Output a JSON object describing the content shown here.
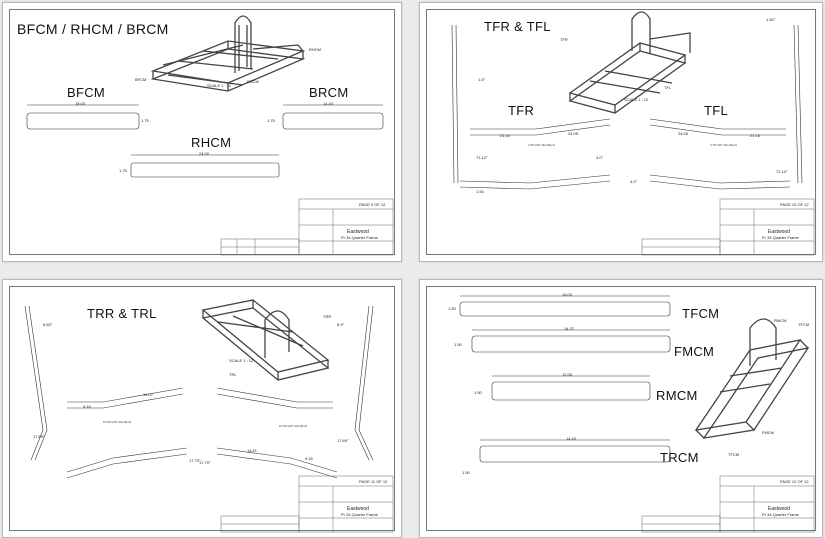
{
  "sheets": [
    {
      "title": "BFCM / RHCM / BRCM",
      "labels": {
        "bfcm": "BFCM",
        "brcm": "BRCM",
        "rhcm": "RHCM"
      },
      "dims": {
        "bfcm_len": "18.00",
        "bfcm_dia": "1.75",
        "brcm_len": "14.43",
        "brcm_dia": "1.75",
        "rhcm_len": "24.00",
        "rhcm_dia": "1.75"
      },
      "callouts": {
        "rhcm": "RHCM",
        "bfcm": "BFCM",
        "brcm": "BRCM"
      },
      "scale": "SCALE 1 : 12",
      "title_block": {
        "page": "PAGE 9 OF 12",
        "company": "Eastwood",
        "drawing": "Pr 34 Quarter Frame"
      }
    },
    {
      "title": "TFR & TFL",
      "labels": {
        "tfr": "TFR",
        "tfl": "TFL"
      },
      "dims": {
        "tfr_a": "21.16",
        "tfr_b": "24.05",
        "tfl_a": "24.05",
        "tfl_b": "21.16",
        "bend_r": "4.75\"x30\" Abs Bend",
        "bend_l": "4.75\"x30\" Abs Bend",
        "ang1": "1.5°",
        "ang2": "1.50°",
        "ang3": "71.12°",
        "ang4": "4.0°",
        "ang5": "4.0°",
        "ang6": "71.12°",
        "ang7": "1.50"
      },
      "callouts": {
        "tfr": "TFR",
        "tfl": "TFL"
      },
      "scale": "SCALE 1 : 12",
      "title_block": {
        "page": "PAGE 10 OF 12",
        "company": "Eastwood",
        "drawing": "Pr 34 Quarter Frame"
      }
    },
    {
      "title": "TRR & TRL",
      "dims": {
        "a": "8.83°",
        "b": "8.9°",
        "c": "9.16",
        "d": "14.07",
        "e": "16.59\"x30\" Abs Bend",
        "f": "16.59\"x30\" Abs Bend",
        "g": "17.69°",
        "h": "17.69°",
        "i": "17.70°",
        "j": "17.70°",
        "k": "14.51",
        "l": "9.16"
      },
      "callouts": {
        "trr": "TRR",
        "trl": "TRL"
      },
      "scale": "SCALE 1 : 12",
      "title_block": {
        "page": "PAGE 11 OF 12",
        "company": "Eastwood",
        "drawing": "Pr 34 Quarter Frame"
      }
    },
    {
      "labels": {
        "tfcm": "TFCM",
        "fmcm": "FMCM",
        "rmcm": "RMCM",
        "trcm": "TRCM"
      },
      "dims": {
        "tfcm_len": "18.00",
        "tfcm_dia": "1.50",
        "fmcm_len": "14.37",
        "fmcm_dia": "1.50",
        "rmcm_len": "12.08",
        "rmcm_dia": "1.50",
        "trcm_len": "14.43",
        "trcm_dia": "1.50"
      },
      "callouts": {
        "rmcm": "RMCM",
        "tfcm": "TFCM",
        "fmcm": "FMCM",
        "trcm": "TFCM"
      },
      "title_block": {
        "page": "PAGE 12 OF 12",
        "company": "Eastwood",
        "drawing": "Pr 34 Quarter Frame"
      }
    }
  ]
}
